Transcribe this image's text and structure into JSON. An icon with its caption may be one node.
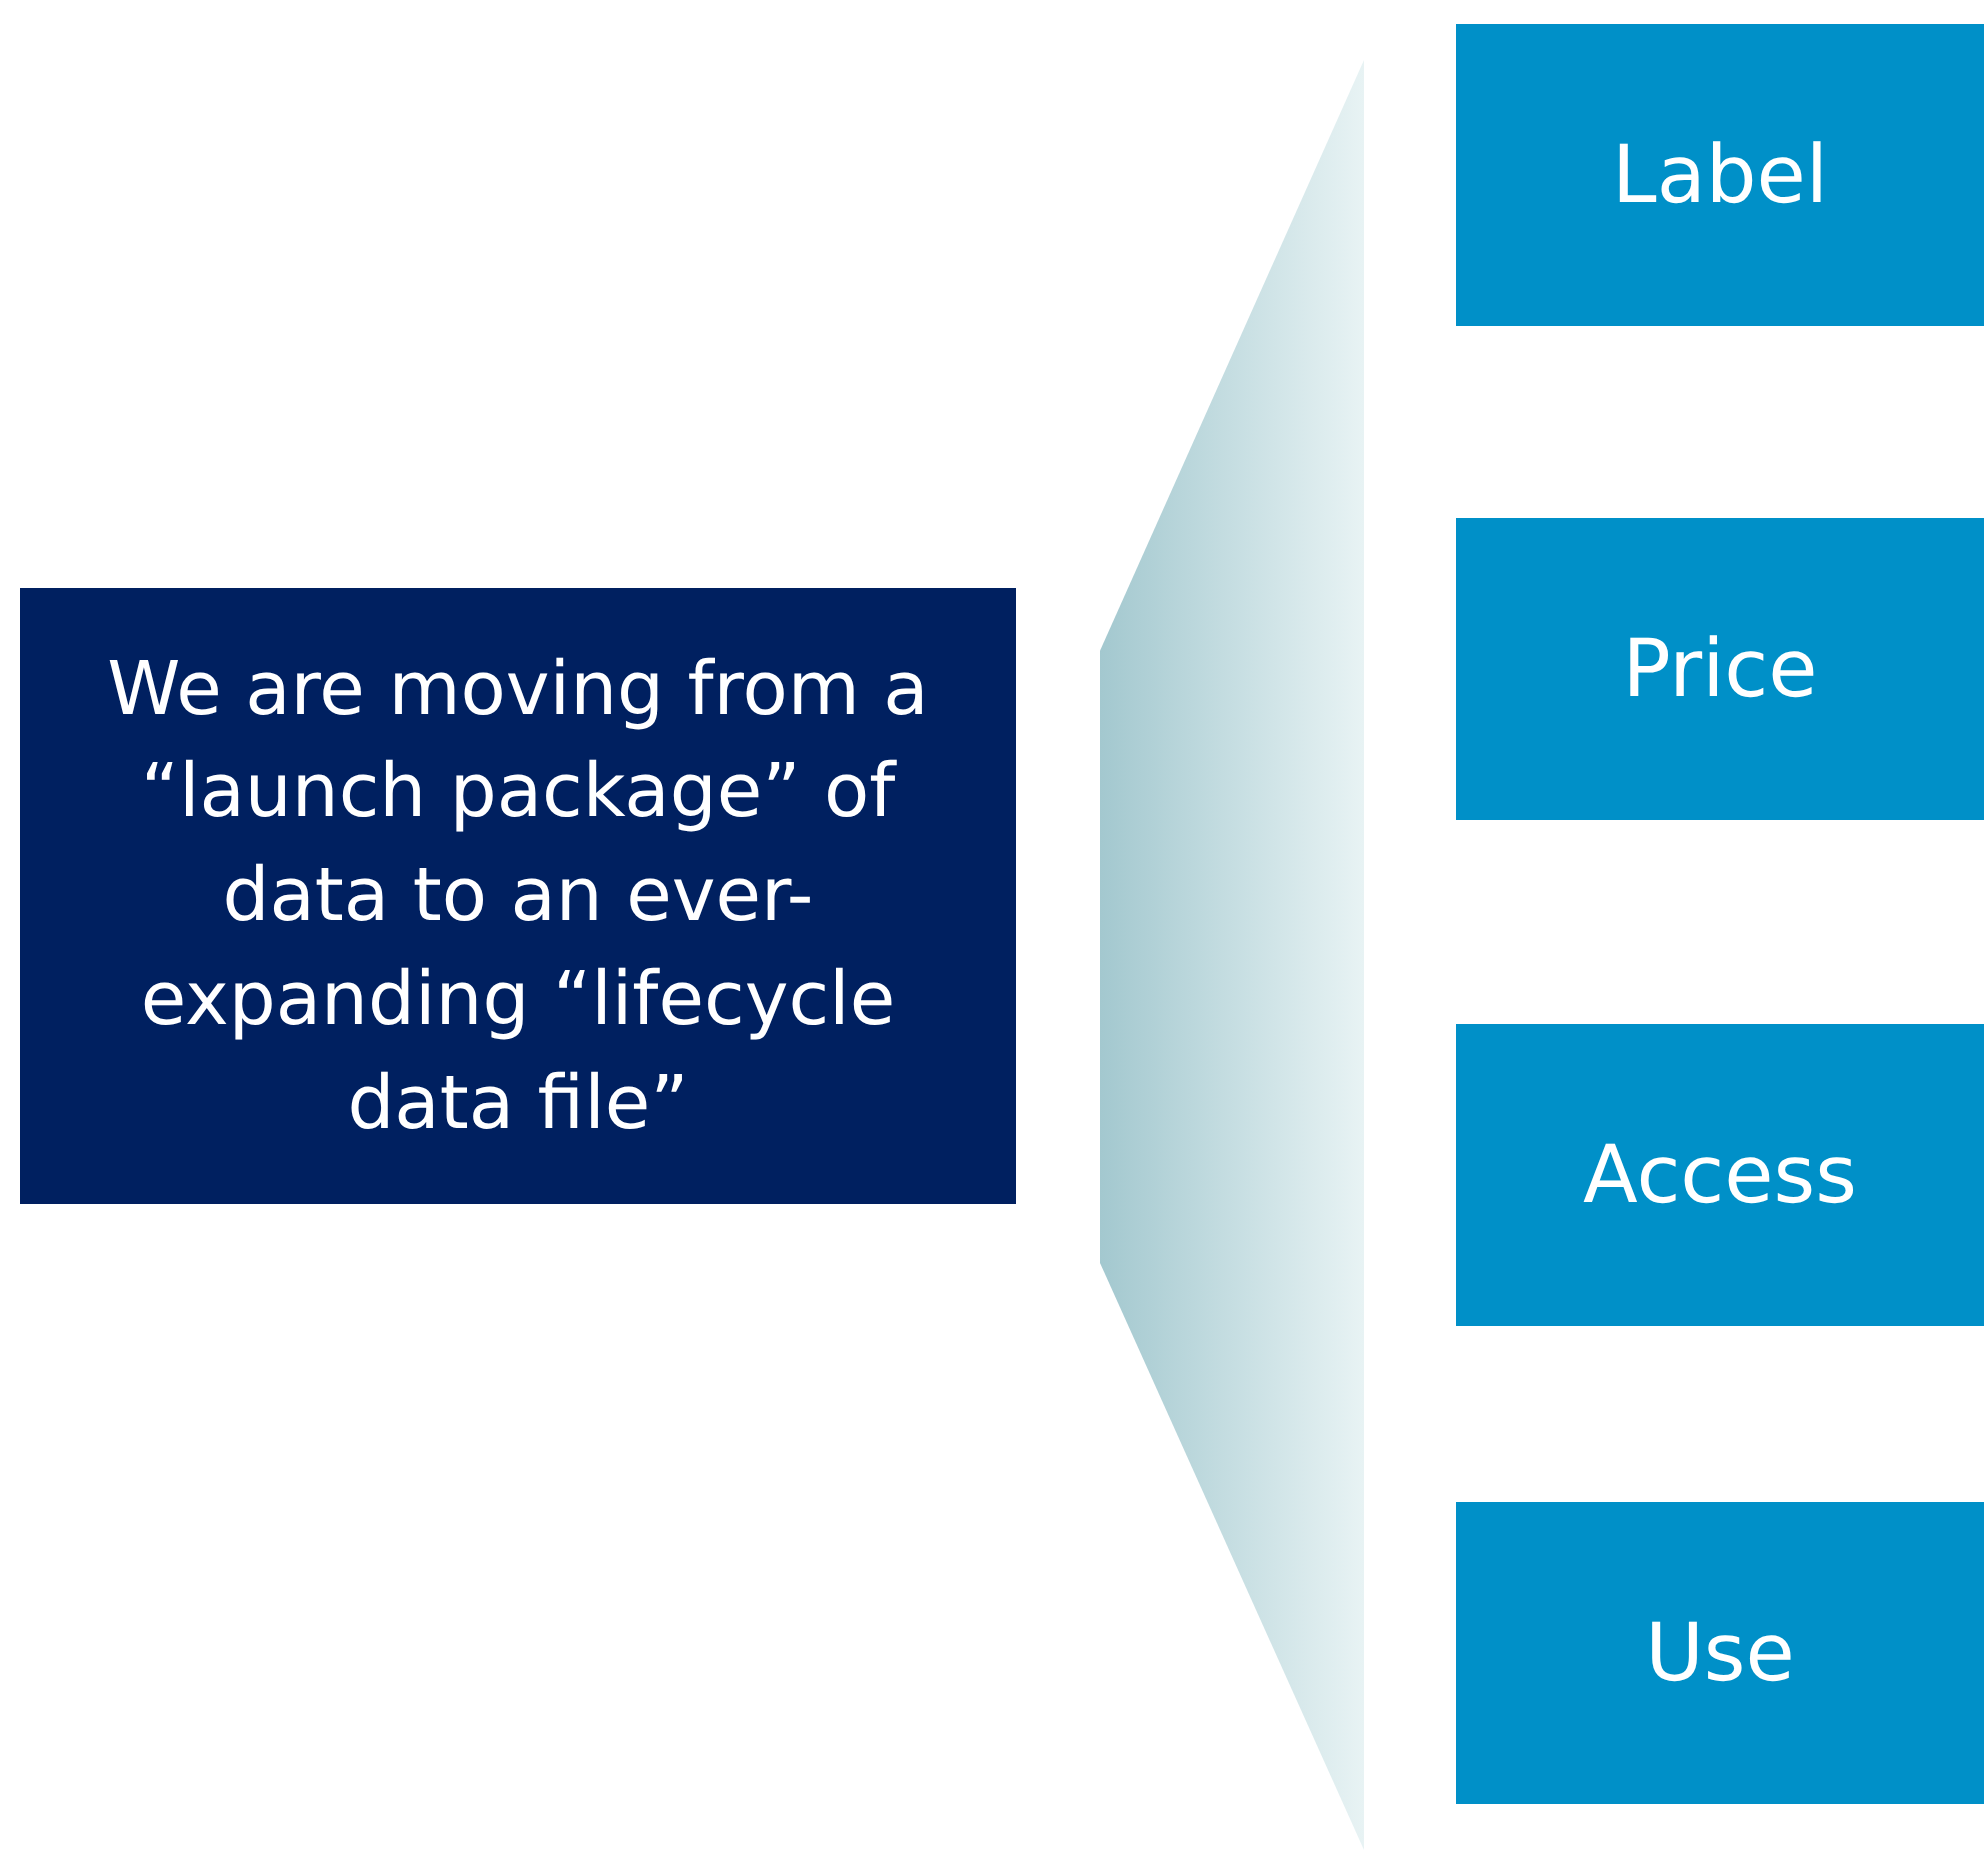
{
  "diagram": {
    "nodes": [
      {
        "text": [
          "We are moving from a “launch package” of data to an ever-expanding “lifecycle data file”"
        ]
      },
      {
        "text": [],
        "shape": "funnel"
      },
      {
        "text": [
          "Label"
        ]
      },
      {
        "text": [
          "Price"
        ]
      },
      {
        "text": [
          "Access"
        ]
      },
      {
        "text": [
          "Use"
        ]
      }
    ]
  }
}
